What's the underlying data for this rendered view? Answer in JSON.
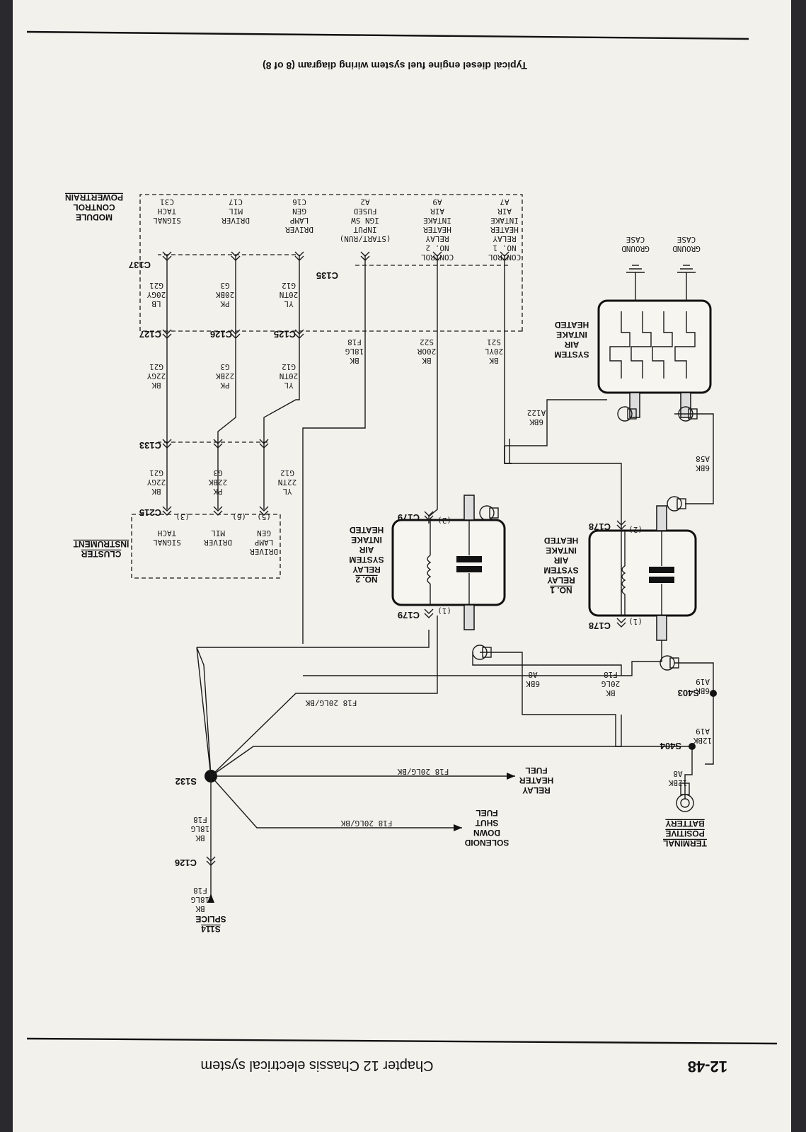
{
  "page": {
    "caption": "Typical diesel engine fuel system wiring diagram (8 of 8)",
    "page_number": "12-48",
    "chapter": "Chapter 12  Chassis electrical system"
  },
  "components": {
    "pcm": {
      "name": [
        "POWERTRAIN",
        "CONTROL",
        "MODULE"
      ]
    },
    "cluster": {
      "name": [
        "INSTRUMENT",
        "CLUSTER"
      ]
    },
    "heater_system": {
      "name": [
        "HEATED",
        "INTAKE",
        "AIR",
        "SYSTEM"
      ]
    },
    "relay1": {
      "name": [
        "HEATED",
        "INTAKE",
        "AIR",
        "SYSTEM",
        "RELAY",
        "NO. 1"
      ]
    },
    "relay2": {
      "name": [
        "HEATED",
        "INTAKE",
        "AIR",
        "SYSTEM",
        "RELAY",
        "NO. 2"
      ]
    },
    "fuel_heater_relay": {
      "name": [
        "FUEL",
        "HEATER",
        "RELAY"
      ]
    },
    "fuel_shutdown": {
      "name": [
        "FUEL",
        "SHUT",
        "DOWN",
        "SOLENOID"
      ]
    },
    "battery": {
      "name": [
        "BATTERY",
        "POSITIVE",
        "TERMINAL"
      ]
    },
    "splice": {
      "name": [
        "SPLICE",
        "S114"
      ]
    }
  },
  "pcm_pins": [
    {
      "lines": [
        "A7",
        "AIR",
        "INTAKE",
        "HEATER",
        "RELAY",
        "NO. 1",
        "CONTROL"
      ]
    },
    {
      "lines": [
        "A9",
        "AIR",
        "INTAKE",
        "HEATER",
        "RELAY",
        "NO. 2",
        "CONTROL"
      ]
    },
    {
      "lines": [
        "A2",
        "FUSED",
        "IGN SW",
        "INPUT",
        "(START/RUN)"
      ]
    },
    {
      "lines": [
        "C16",
        "GEN",
        "LAMP",
        "DRIVER"
      ]
    },
    {
      "lines": [
        "C17",
        "MIL",
        "DRIVER"
      ]
    },
    {
      "lines": [
        "C31",
        "TACH",
        "SIGNAL"
      ]
    }
  ],
  "case_grounds": [
    {
      "lines": [
        "CASE",
        "GROUND"
      ]
    },
    {
      "lines": [
        "CASE",
        "GROUND"
      ]
    }
  ],
  "cluster_pins": [
    {
      "lines": [
        "GEN",
        "LAMP",
        "DRIVER"
      ]
    },
    {
      "lines": [
        "MIL",
        "DRIVER"
      ]
    },
    {
      "lines": [
        "TACH",
        "SIGNAL"
      ]
    }
  ],
  "connectors": {
    "c135": "C135",
    "c137": "C137",
    "c125": "C125",
    "c126a": "C126",
    "c127": "C127",
    "c133": "C133",
    "c215": "C215",
    "c178a": "C178",
    "c178b": "C178",
    "c179a": "C179",
    "c179b": "C179",
    "s403": "S403",
    "s404": "S404",
    "s132": "S132",
    "c126b": "C126"
  },
  "pin_numbers": {
    "c215_5": "(5)",
    "c215_6": "(6)",
    "c215_3": "(3)",
    "r1_2": "(2)",
    "r1_1": "(1)",
    "r2_2": "(2)",
    "r2_1": "(1)"
  },
  "wires": {
    "s21": [
      "S21",
      "20YL",
      "BK"
    ],
    "s22": [
      "S22",
      "20OR",
      "BK"
    ],
    "f18a": [
      "F18",
      "18LG",
      "BK"
    ],
    "g12a": [
      "G12",
      "20TN",
      "YL"
    ],
    "g3a": [
      "G3",
      "20BK",
      "PK"
    ],
    "g21a": [
      "G21",
      "20GY",
      "LB"
    ],
    "g12b": [
      "G12",
      "20TN",
      "YL"
    ],
    "g3b": [
      "G3",
      "22BK",
      "PK"
    ],
    "g21b": [
      "G21",
      "22GY",
      "BK"
    ],
    "g12c": [
      "G12",
      "22TN",
      "YL"
    ],
    "g3c": [
      "G3",
      "22BK",
      "PK"
    ],
    "g21c": [
      "G21",
      "22GY",
      "BK"
    ],
    "a122": [
      "A122",
      "6BK"
    ],
    "a58": [
      "A58",
      "6BK"
    ],
    "a8a": [
      "A8",
      "6BK"
    ],
    "f18b": [
      "F18",
      "20LG",
      "BK"
    ],
    "a19a": [
      "A19",
      "6BK"
    ],
    "a19b": [
      "A19",
      "12BK"
    ],
    "a8b": [
      "A8",
      "12BK"
    ],
    "f18c": "F18  20LG/BK",
    "f18d": "F18  20LG/BK",
    "f18e": "F18  20LG/BK",
    "f18f": [
      "F18",
      "18LG",
      "BK"
    ],
    "f18g": [
      "F18",
      "18LG",
      "BK"
    ]
  }
}
